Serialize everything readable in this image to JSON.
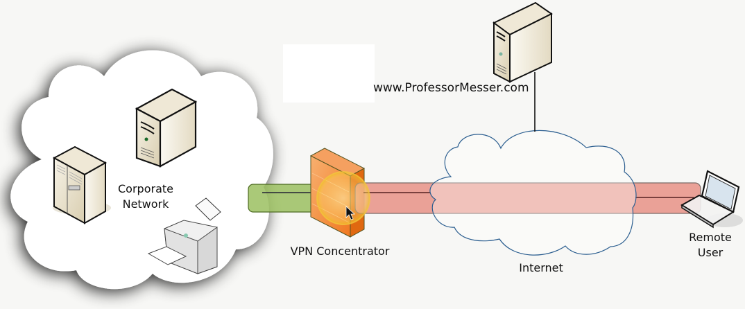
{
  "diagram": {
    "website_label": "www.ProfessorMesser.com",
    "corporate_label_line1": "Corporate",
    "corporate_label_line2": "Network",
    "vpn_label": "VPN Concentrator",
    "internet_label": "Internet",
    "remote_label_line1": "Remote",
    "remote_label_line2": "User",
    "colors": {
      "tunnel_inside": "#9bc060",
      "tunnel_outside": "#e8958a",
      "firewall": "#f08a30",
      "internet_cloud_stroke": "#2a5d8f",
      "server": "#e9e1cc"
    }
  }
}
